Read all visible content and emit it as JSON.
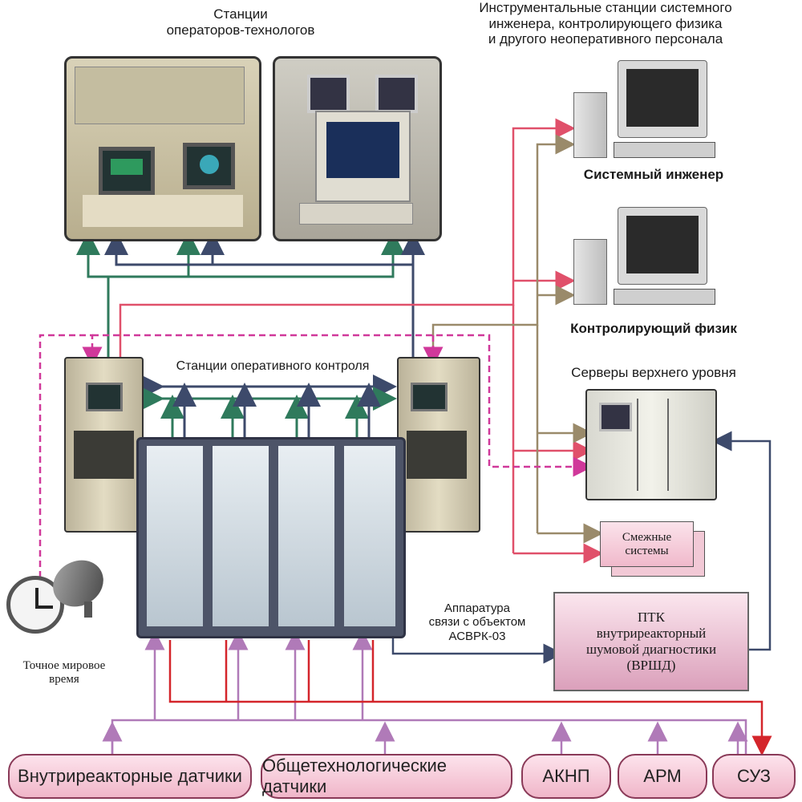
{
  "labels": {
    "operator_stations": "Станции\nоператоров-технологов",
    "instrumental_stations": "Инструментальные станции системного\nинженера, контролирующего физика\nи другого  неоперативного персонала",
    "system_engineer": "Системный инженер",
    "controlling_physicist": "Контролирующий физик",
    "upper_servers": "Серверы верхнего уровня",
    "operational_control": "Станции оперативного контроля",
    "adjacent_systems": "Смежные\nсистемы",
    "comm_equipment": "Аппаратура\nсвязи с объектом\nАСВРК-03",
    "ptk": "ПТК\nвнутриреакторный\nшумовой диагностики\n(ВРШД)",
    "world_time": "Точное мировое\nвремя"
  },
  "inputs": [
    {
      "label": "Внутриреакторные датчики"
    },
    {
      "label": "Общетехнологические датчики"
    },
    {
      "label": "АКНП"
    },
    {
      "label": "АРМ"
    },
    {
      "label": "СУЗ"
    }
  ],
  "colors": {
    "green": "#2f7a5c",
    "navy": "#3d4a6b",
    "red": "#e0506a",
    "tan": "#9a8a6a",
    "magenta": "#d0389a",
    "violet": "#b07ab8",
    "darkred": "#d4252b"
  }
}
